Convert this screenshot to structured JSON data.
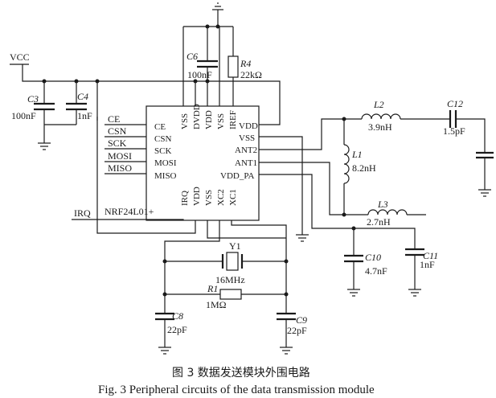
{
  "figure": {
    "caption_cn": "图 3    数据发送模块外围电路",
    "caption_en": "Fig. 3    Peripheral circuits of the data transmission module"
  },
  "chip": {
    "name": "NRF24L01+",
    "left_pins": [
      "CE",
      "CSN",
      "SCK",
      "MOSI",
      "MISO"
    ],
    "top_pins": [
      "VSS",
      "DVDD",
      "VDD",
      "VSS",
      "IREF"
    ],
    "right_pins": [
      "VDD",
      "VSS",
      "ANT2",
      "ANT1",
      "VDD_PA"
    ],
    "bottom_pins": [
      "IRQ",
      "VDD",
      "VSS",
      "XC2",
      "XC1"
    ]
  },
  "signals": {
    "left": [
      "CE",
      "CSN",
      "SCK",
      "MOSI",
      "MISO"
    ],
    "irq": "IRQ",
    "vcc": "VCC"
  },
  "components": {
    "c3": {
      "ref": "C3",
      "value": "100nF"
    },
    "c4": {
      "ref": "C4",
      "value": "1nF"
    },
    "c6": {
      "ref": "C6",
      "value": "100nF"
    },
    "r4": {
      "ref": "R4",
      "value": "22kΩ"
    },
    "l2": {
      "ref": "L2",
      "value": "3.9nH"
    },
    "c12": {
      "ref": "C12",
      "value": "1.5pF"
    },
    "l1": {
      "ref": "L1",
      "value": "8.2nH"
    },
    "l3": {
      "ref": "L3",
      "value": "2.7nH"
    },
    "c10": {
      "ref": "C10",
      "value": "4.7nF"
    },
    "c11": {
      "ref": "C11",
      "value": "1nF"
    },
    "y1": {
      "ref": "Y1",
      "value": "16MHz"
    },
    "r1": {
      "ref": "R1",
      "value": "1MΩ"
    },
    "c8": {
      "ref": "C8",
      "value": "22pF"
    },
    "c9": {
      "ref": "C9",
      "value": "22pF"
    }
  }
}
